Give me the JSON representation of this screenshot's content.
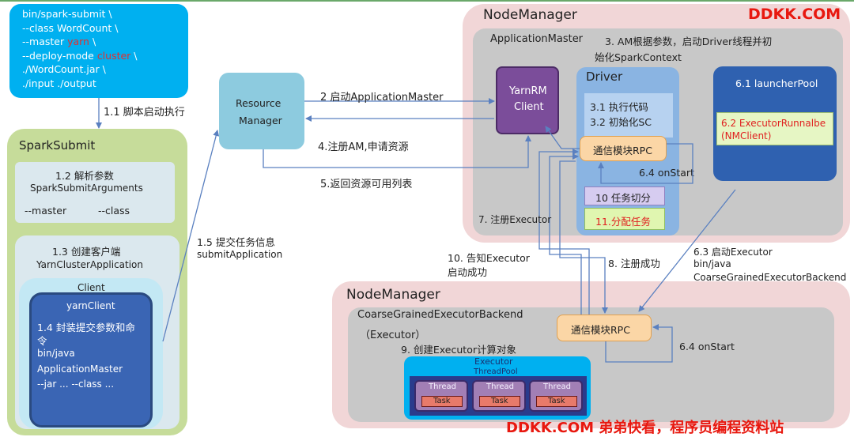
{
  "watermark_top": "DDKK.COM",
  "watermark_bottom": "DDKK.COM 弟弟快看，程序员编程资料站",
  "submit_cmd": {
    "line1": "bin/spark-submit \\",
    "line2": "--class WordCount \\",
    "line3a": "--master ",
    "line3b": "yarn",
    "line3c": " \\",
    "line4a": "--deploy-mode ",
    "line4b": "cluster",
    "line4c": " \\",
    "line5": "./WordCount.jar \\",
    "line6": "./input ./output"
  },
  "spark_submit": {
    "title": "SparkSubmit",
    "parse_title": "1.2 解析参数",
    "parse_class": "SparkSubmitArguments",
    "opt_master": "--master",
    "opt_class": "--class",
    "create_title": "1.3 创建客户端",
    "create_class": "YarnClusterApplication",
    "client": "Client",
    "yarn_client": "yarnClient",
    "encap_1": "1.4 封装提交参数和命",
    "encap_2": "令",
    "java_cmd": "bin/java",
    "am_cmd": "ApplicationMaster",
    "jar_cmd": "--jar ... --class ..."
  },
  "resource_manager": {
    "line1": "Resource",
    "line2": "Manager"
  },
  "node_manager_1": {
    "title": "NodeManager",
    "am": "ApplicationMaster",
    "step3_1": "3. AM根据参数，启动Driver线程并初",
    "step3_2": "始化SparkContext",
    "yarnrm_1": "YarnRM",
    "yarnrm_2": "Client",
    "driver": "Driver",
    "step3_1b": "3.1 执行代码",
    "step3_2b": "3.2 初始化SC",
    "rpc": "通信模块RPC",
    "step6_4": "6.4 onStart",
    "split": "10 任务切分",
    "assign": "11.分配任务",
    "launcher": "6.1 launcherPool",
    "runnable_1": "6.2 ExecutorRunnalbe",
    "runnable_2": "(NMClient)"
  },
  "node_manager_2": {
    "title": "NodeManager",
    "backend": "CoarseGrainedExecutorBackend",
    "backend_sub": "（Executor）",
    "rpc": "通信模块RPC",
    "step6_4": "6.4 onStart",
    "step9": "9. 创建Executor计算对象",
    "executor": "Executor",
    "pool": "ThreadPool",
    "threads": [
      "Thread",
      "Thread",
      "Thread"
    ],
    "tasks": [
      "Task",
      "Task",
      "Task"
    ]
  },
  "edges": {
    "e1_1": "1.1 脚本启动执行",
    "e1_5a": "1.5 提交任务信息",
    "e1_5b": "submitApplication",
    "e2": "2 启动ApplicationMaster",
    "e4": "4.注册AM,申请资源",
    "e5": "5.返回资源可用列表",
    "e7": "7. 注册Executor",
    "e8": "8. 注册成功",
    "e10a": "10. 告知Executor",
    "e10b": "启动成功",
    "e6_3a": "6.3 启动Executor",
    "e6_3b": "bin/java",
    "e6_3c": "CoarseGrainedExecutorBackend"
  }
}
